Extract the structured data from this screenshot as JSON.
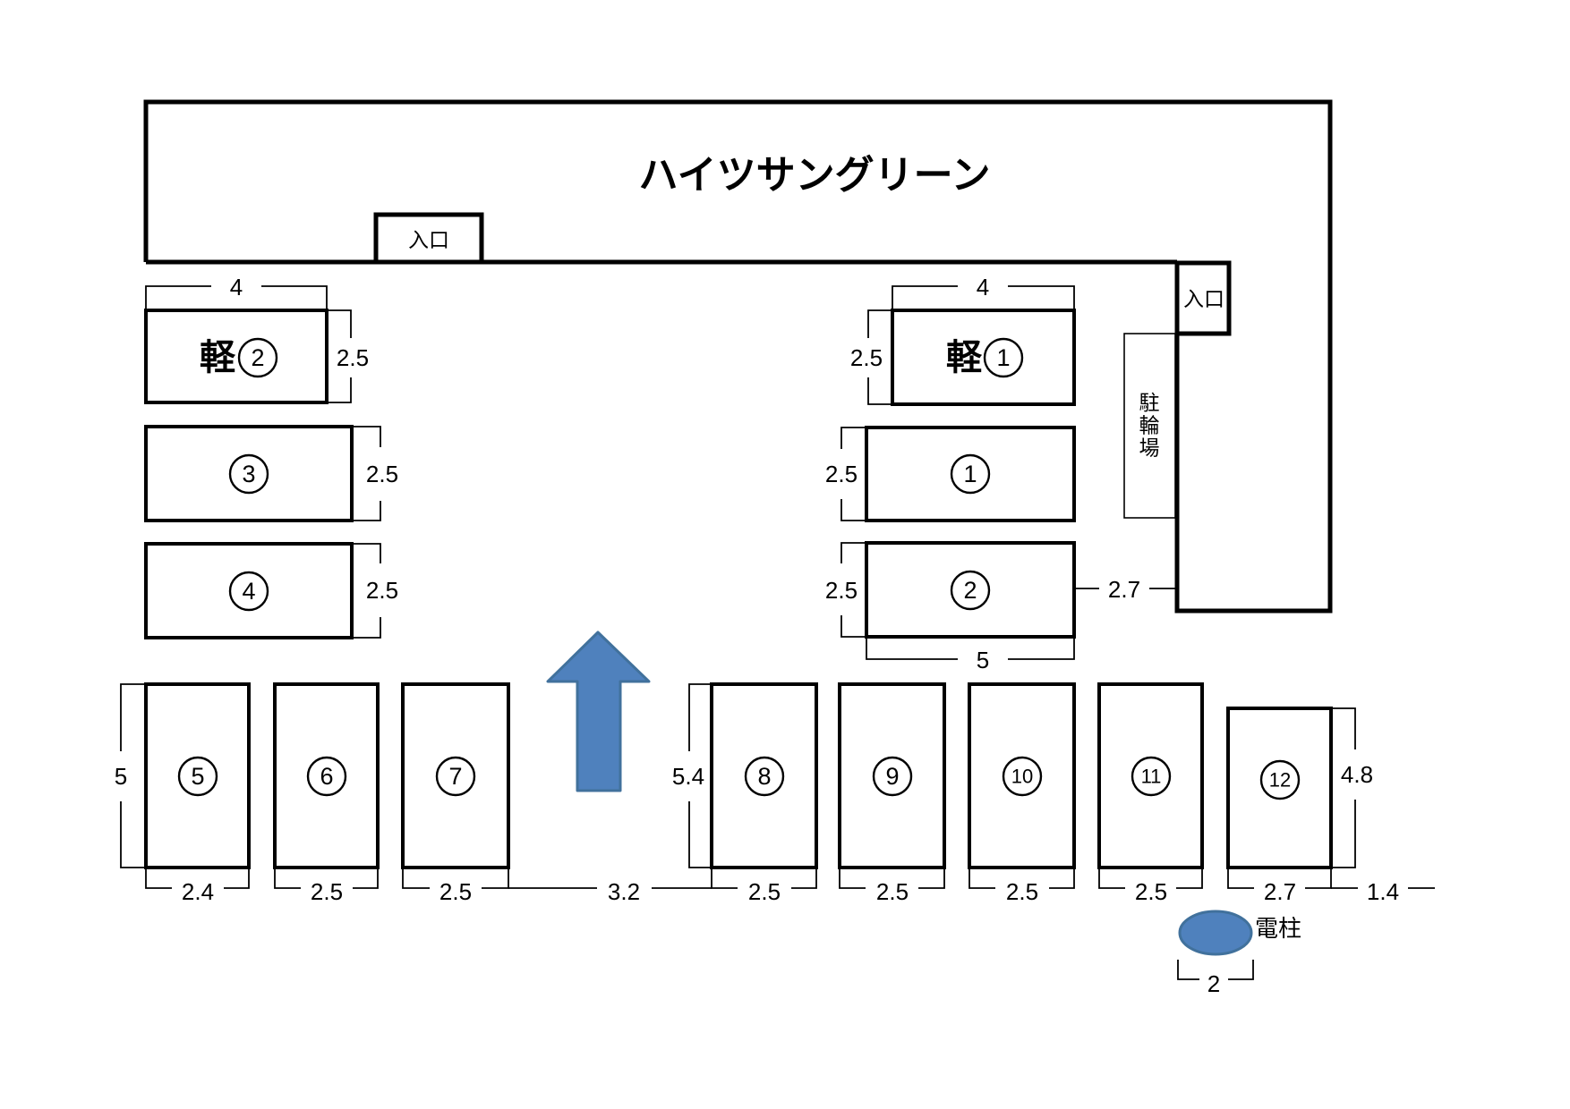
{
  "diagram": {
    "title": "ハイツサングリーン",
    "entrance_top_label": "入口",
    "entrance_right_label": "入口",
    "bike_parking_label": "駐輪場",
    "pole_label": "電柱"
  },
  "spaces": {
    "kei2": {
      "kanji": "軽",
      "num": "2"
    },
    "kei1": {
      "kanji": "軽",
      "num": "1"
    },
    "s1": {
      "num": "1"
    },
    "s2": {
      "num": "2"
    },
    "s3": {
      "num": "3"
    },
    "s4": {
      "num": "4"
    },
    "s5": {
      "num": "5"
    },
    "s6": {
      "num": "6"
    },
    "s7": {
      "num": "7"
    },
    "s8": {
      "num": "8"
    },
    "s9": {
      "num": "9"
    },
    "s10": {
      "num": "10"
    },
    "s11": {
      "num": "11"
    },
    "s12": {
      "num": "12"
    }
  },
  "dims": {
    "kei2_width": "4",
    "kei1_width": "4",
    "kei2_height": "2.5",
    "kei1_height": "2.5",
    "s3_height": "2.5",
    "s4_height": "2.5",
    "s1_height": "2.5",
    "s2_height": "2.5",
    "s2_width": "5",
    "lane_right": "2.7",
    "s5_height": "5",
    "s8_height": "5.4",
    "s12_height": "4.8",
    "s5_width": "2.4",
    "s6_width": "2.5",
    "s7_width": "2.5",
    "mid_gap": "3.2",
    "s8_width": "2.5",
    "s9_width": "2.5",
    "s10_width": "2.5",
    "s11_width": "2.5",
    "s12_width": "2.7",
    "right_gap": "1.4",
    "pole_width": "2"
  },
  "colors": {
    "background": "#FFFFFF",
    "line": "#000000",
    "arrow_fill": "#4F81BD",
    "arrow_stroke": "#41719C"
  }
}
